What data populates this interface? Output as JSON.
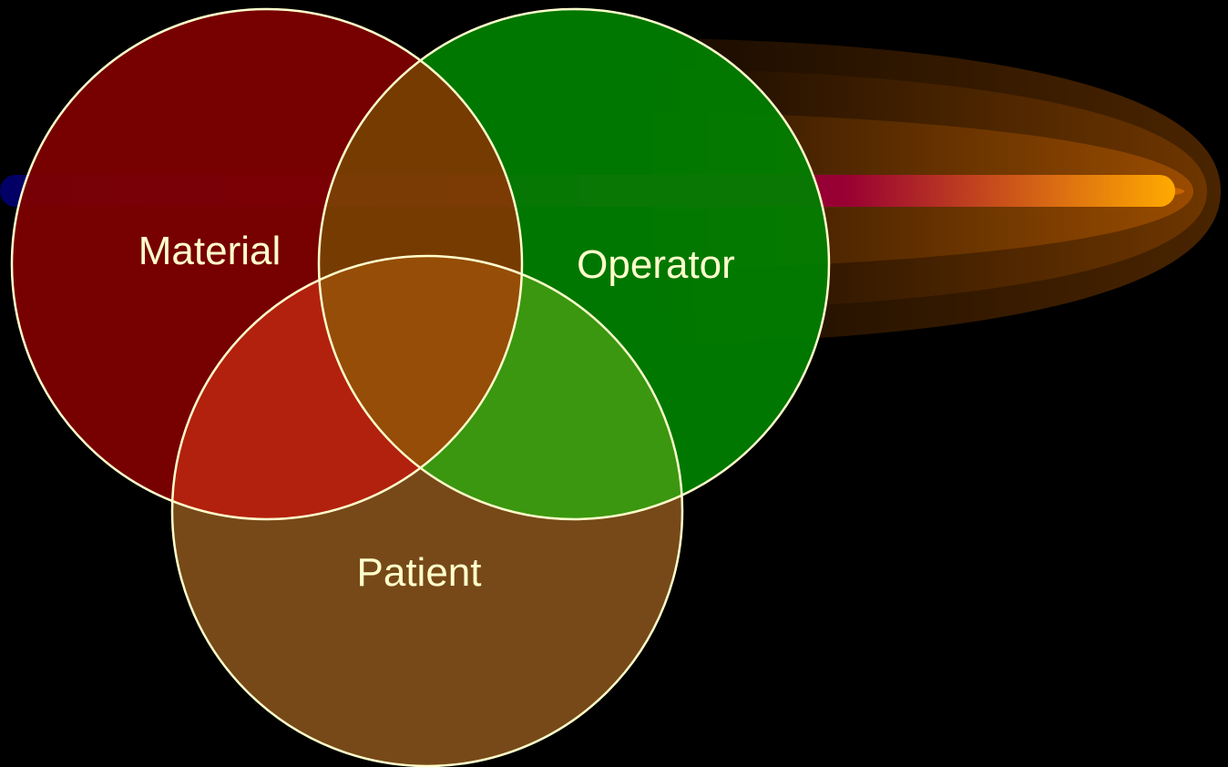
{
  "diagram": {
    "type": "venn",
    "sets": [
      {
        "id": "material",
        "label": "Material",
        "color": "#800000"
      },
      {
        "id": "operator",
        "label": "Operator",
        "color": "#008000"
      },
      {
        "id": "patient",
        "label": "Patient",
        "color": "#804f1a"
      }
    ],
    "overlap_colors": {
      "material_operator": "#7f4000",
      "material_patient": "#c0240f",
      "operator_patient": "#3fa311",
      "all": "#a15308"
    },
    "outline_color": "#ffffcc",
    "decoration": {
      "bar_gradient": [
        "#000066",
        "#990033",
        "#ffaa00"
      ],
      "comet_colors": [
        "#2e1600",
        "#5a2c00",
        "#8a4400",
        "#b35c00"
      ]
    }
  }
}
